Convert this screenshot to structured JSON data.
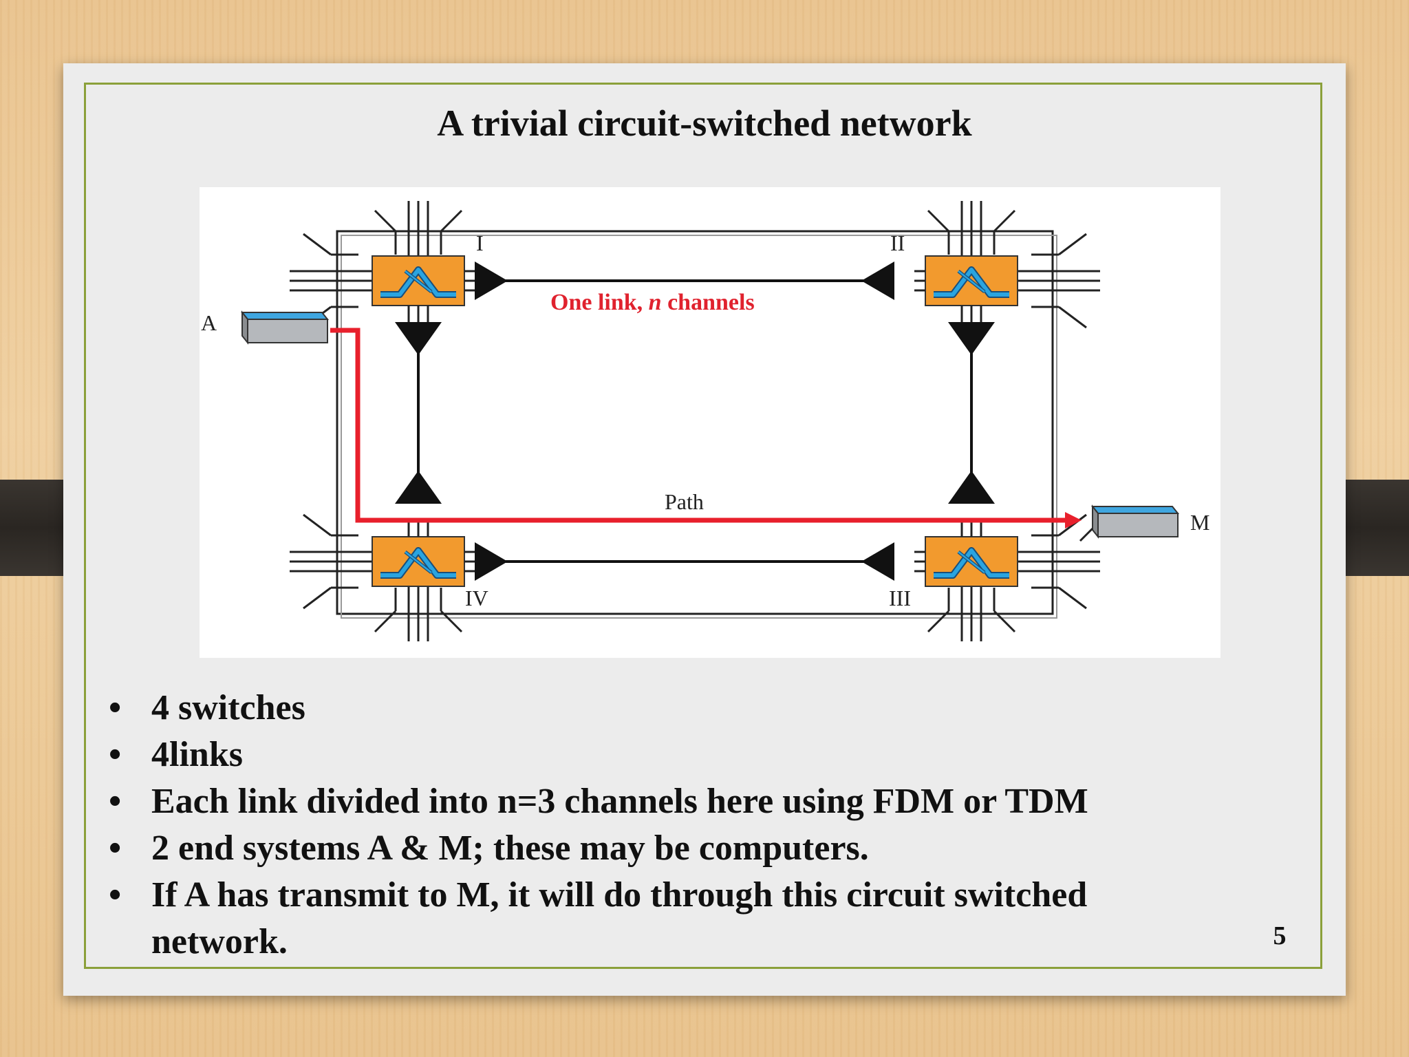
{
  "title": "A trivial circuit-switched network",
  "diagram": {
    "switches": [
      "I",
      "II",
      "III",
      "IV"
    ],
    "end_systems": [
      "A",
      "M"
    ],
    "link_label": "One link, ",
    "link_label_italic": "n",
    "link_label_end": " channels",
    "path_label": "Path",
    "colors": {
      "switch_fill": "#f29a2e",
      "switch_symbol": "#1a8fd1",
      "path": "#e8202c",
      "end_system_top": "#3fa6e0",
      "end_system_body": "#b5b8bc"
    }
  },
  "bullets": [
    "4 switches",
    "4links",
    "Each link divided into n=3 channels here using FDM or TDM",
    "2 end systems A & M; these may be computers.",
    "If A has transmit to M, it will do through this circuit switched network."
  ],
  "bullet_symbol": "•",
  "page_number": "5"
}
